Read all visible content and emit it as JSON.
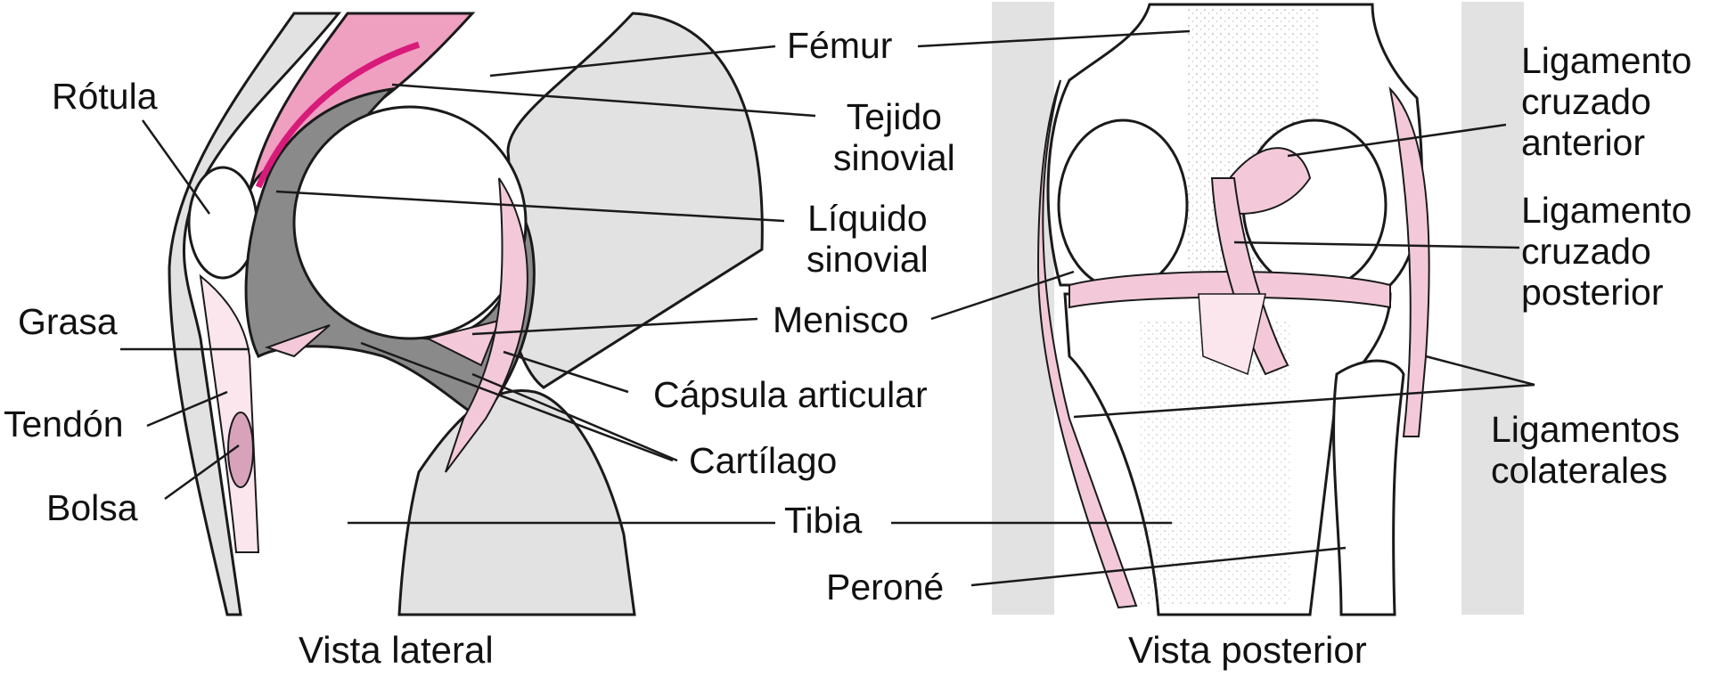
{
  "labels": {
    "femur": "Fémur",
    "rotula": "Rótula",
    "tejido_sinovial": "Tejido\nsinovial",
    "liquido_sinovial": "Líquido\nsinovial",
    "grasa": "Grasa",
    "menisco": "Menisco",
    "capsula_articular": "Cápsula articular",
    "tendon": "Tendón",
    "cartilago": "Cartílago",
    "bolsa": "Bolsa",
    "tibia": "Tibia",
    "perone": "Peroné",
    "lig_cruzado_anterior": "Ligamento\ncruzado\nanterior",
    "lig_cruzado_posterior": "Ligamento\ncruzado\nposterior",
    "lig_colaterales": "Ligamentos\ncolaterales"
  },
  "captions": {
    "lateral": "Vista lateral",
    "posterior": "Vista posterior"
  },
  "colors": {
    "bone_gray": "#e2e2e2",
    "outline": "#1a1a1a",
    "synovial_fluid": "#8a8a8a",
    "synovial_tissue": "#d81b7a",
    "soft_pink": "#f3c9d9",
    "light_pink": "#fbe6ee",
    "muscle_pink": "#ef9fc0"
  }
}
